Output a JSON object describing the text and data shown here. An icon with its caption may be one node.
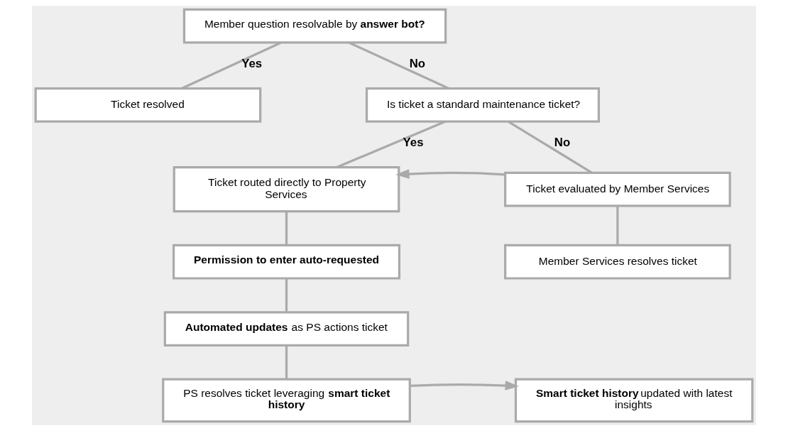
{
  "diagram": {
    "nodes": [
      {
        "text": [
          "Member question resolvable by **answer bot?**"
        ]
      },
      {
        "text": [
          "Ticket resolved"
        ]
      },
      {
        "text": [
          "Is ticket a standard maintenance ticket?"
        ]
      },
      {
        "text": [
          "Ticket routed directly to Property Services"
        ]
      },
      {
        "text": [
          "Ticket evaluated by Member Services"
        ]
      },
      {
        "text": [
          "Permission to enter auto-requested"
        ]
      },
      {
        "text": [
          "**Automated updates** as PS actions ticket"
        ]
      },
      {
        "text": [
          "Member Services resolves ticket"
        ]
      },
      {
        "text": [
          "PS resolves ticket leveraging **smart ticket history**"
        ]
      },
      {
        "text": [
          "**Smart ticket history** updated with latest insights"
        ]
      }
    ],
    "edges": [
      {
        "from": 0,
        "to": 1,
        "arrow": "none",
        "label": "Yes"
      },
      {
        "from": 0,
        "to": 2,
        "arrow": "none",
        "label": "No"
      },
      {
        "from": 2,
        "to": 3,
        "arrow": "none",
        "label": "Yes"
      },
      {
        "from": 2,
        "to": 4,
        "arrow": "none",
        "label": "No"
      },
      {
        "from": 4,
        "to": 3,
        "arrow": "to"
      },
      {
        "from": 3,
        "to": 5,
        "arrow": "none"
      },
      {
        "from": 5,
        "to": 6,
        "arrow": "none"
      },
      {
        "from": 6,
        "to": 8,
        "arrow": "none"
      },
      {
        "from": 4,
        "to": 7,
        "arrow": "none"
      },
      {
        "from": 8,
        "to": 9,
        "arrow": "to"
      }
    ]
  }
}
